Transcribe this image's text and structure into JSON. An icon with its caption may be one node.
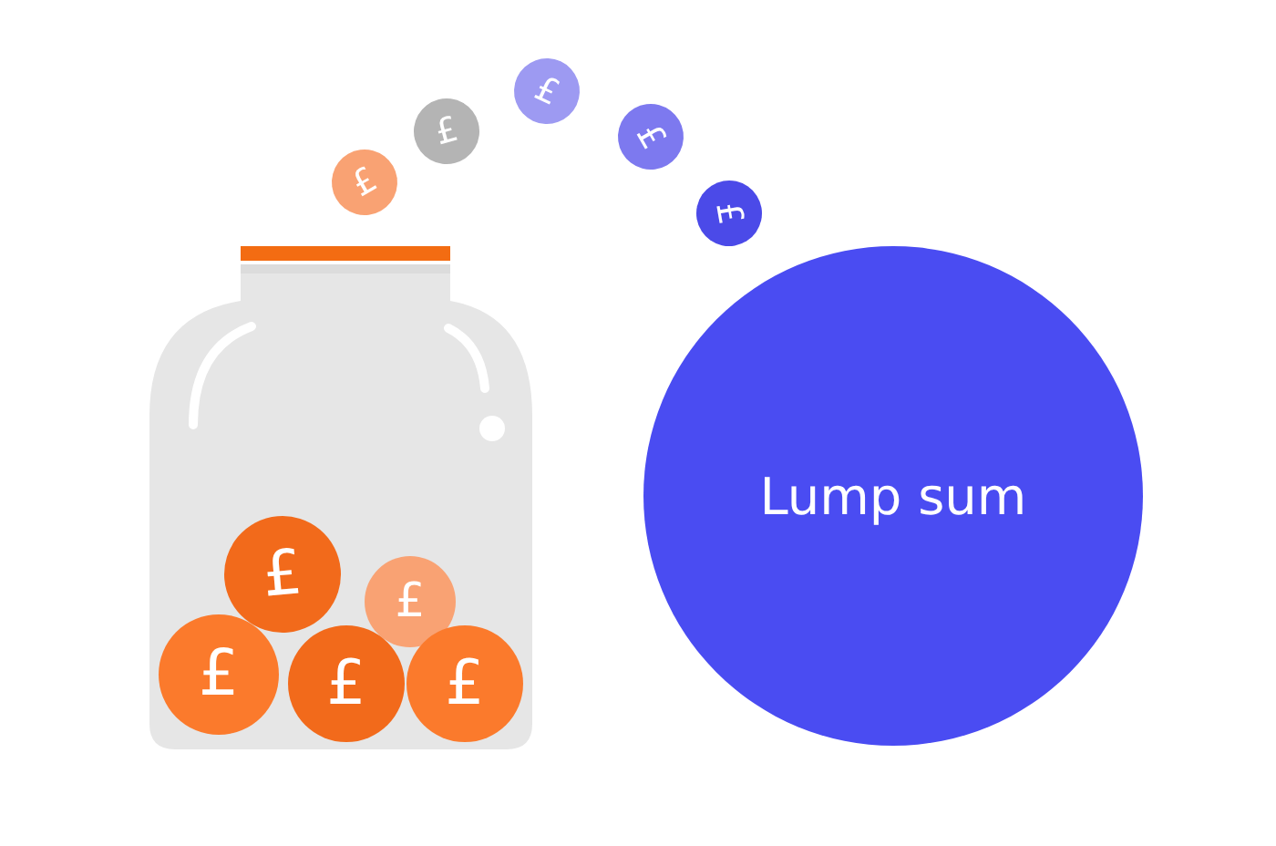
{
  "diagram": {
    "nodes": [
      {
        "text": [],
        "shape": "picture"
      },
      {
        "text": [
          "£"
        ],
        "in": 0
      },
      {
        "text": [
          "£"
        ],
        "in": 0
      },
      {
        "text": [
          "£"
        ],
        "in": 0
      },
      {
        "text": [
          "£"
        ],
        "in": 0
      },
      {
        "text": [
          "£"
        ],
        "in": 0
      },
      {
        "text": [
          "£"
        ]
      },
      {
        "text": [
          "£"
        ]
      },
      {
        "text": [
          "£"
        ]
      },
      {
        "text": [
          "£"
        ]
      },
      {
        "text": [
          "£"
        ]
      },
      {
        "text": [
          "Lump sum"
        ]
      }
    ]
  }
}
